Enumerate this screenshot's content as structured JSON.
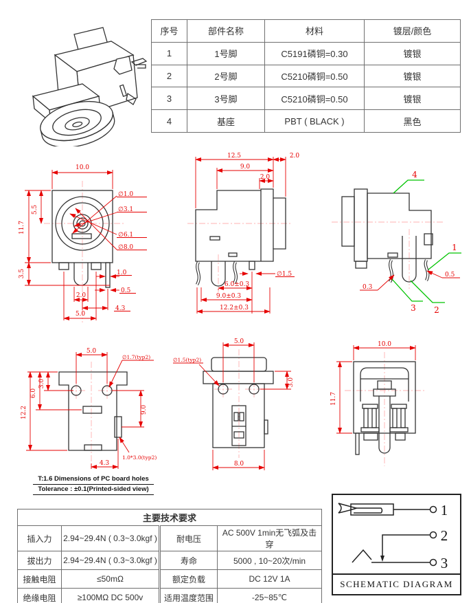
{
  "parts_table": {
    "headers": [
      "序号",
      "部件名称",
      "材料",
      "镀层/颜色"
    ],
    "rows": [
      [
        "1",
        "1号脚",
        "C5191磷铜=0.30",
        "镀银"
      ],
      [
        "2",
        "2号脚",
        "C5210磷铜=0.50",
        "镀银"
      ],
      [
        "3",
        "3号脚",
        "C5210磷铜=0.50",
        "镀银"
      ],
      [
        "4",
        "基座",
        "PBT ( BLACK )",
        "黑色"
      ]
    ]
  },
  "front_view": {
    "width_top": "10.0",
    "height_upper": "5.5",
    "height_total": "11.7",
    "height_lower": "3.5",
    "dia_pin": "∅1.0",
    "dia_inner": "∅3.1",
    "dia_mid": "∅6.1",
    "dia_outer": "∅8.0",
    "pin_width": "1.0",
    "pin_thickness": "0.5",
    "pitch_center": "2.0",
    "pitch_right": "4.3",
    "pitch_total": "5.0"
  },
  "side_view": {
    "length_total": "12.5",
    "barrel_len": "2.0",
    "body_len": "9.0",
    "step_len": "2.0",
    "dia_pin": "∅1.5",
    "pin_dist1": "6.0±0.3",
    "pin_dist2": "9.0±0.3",
    "pin_dist3": "12.2±0.3"
  },
  "labeled_view": {
    "part4": "4",
    "part1": "1",
    "part2": "2",
    "part3": "3",
    "dim_03": "0.3",
    "dim_05": "0.5"
  },
  "pcb_view": {
    "pitch_holes": "5.0",
    "dia_holes": "∅1.7(typ2)",
    "dim_3": "3.0",
    "dim_6": "6.0",
    "dim_122": "12.2",
    "dim_9": "9.0",
    "dim_43": "4.3",
    "slot_size": "1.0*3.0(typ2)",
    "caption_line1": "T:1.6 Dimensions of PC board holes",
    "caption_line2": "Tolerance : ±0.1(Printed-sided view)"
  },
  "bottom_view": {
    "pitch_holes": "5.0",
    "dia_holes": "∅1.5(typ2)",
    "dim_3": "3.0",
    "width": "8.0"
  },
  "rear_view": {
    "width": "10.0",
    "height": "11.7"
  },
  "tech_table": {
    "title": "主要技术要求",
    "rows": [
      [
        "插入力",
        "2.94~29.4N ( 0.3~3.0kgf )",
        "耐电压",
        "AC 500V 1min无飞弧及击穿"
      ],
      [
        "拔出力",
        "2.94~29.4N ( 0.3~3.0kgf )",
        "寿命",
        "5000 , 10~20次/min"
      ],
      [
        "接触电阻",
        "≤50mΩ",
        "额定负载",
        "DC 12V 1A"
      ],
      [
        "绝缘电阻",
        "≥100MΩ DC 500v",
        "适用温度范围",
        "-25~85℃"
      ]
    ]
  },
  "schematic": {
    "pin1": "1",
    "pin2": "2",
    "pin3": "3",
    "caption": "SCHEMATIC DIAGRAM"
  },
  "colors": {
    "dimension_red": "#e60000",
    "leader_green": "#00c300",
    "centerline_pink": "#ffb0b0",
    "outline": "#333333",
    "table_border": "#6e6e6e"
  }
}
